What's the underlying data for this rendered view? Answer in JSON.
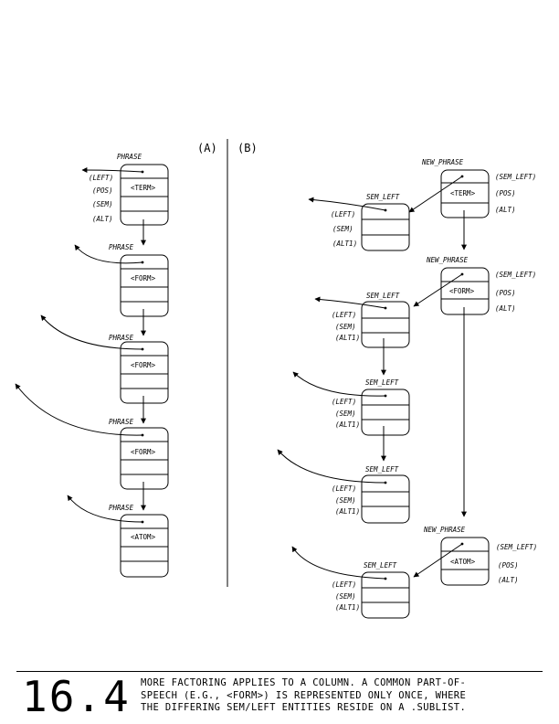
{
  "panels": {
    "a": "(A)",
    "b": "(B)"
  },
  "labels": {
    "phrase": "PHRASE",
    "new_phrase": "NEW_PHRASE",
    "sem_left": "SEM_LEFT",
    "left": "(LEFT)",
    "pos": "(POS)",
    "sem": "(SEM)",
    "alt": "(ALT)",
    "alt1": "(ALT1)",
    "sem_left_field": "(SEM_LEFT)"
  },
  "tags": {
    "term": "<TERM>",
    "form": "<FORM>",
    "atom": "<ATOM>"
  },
  "figure": {
    "number": "16.4",
    "caption_lines": [
      "More factoring applies to a column.  A common part-of-",
      "speech (e.g., <FORM>) is represented only once, where",
      "the differing SEM/LEFT entities reside on a .sublist."
    ]
  }
}
